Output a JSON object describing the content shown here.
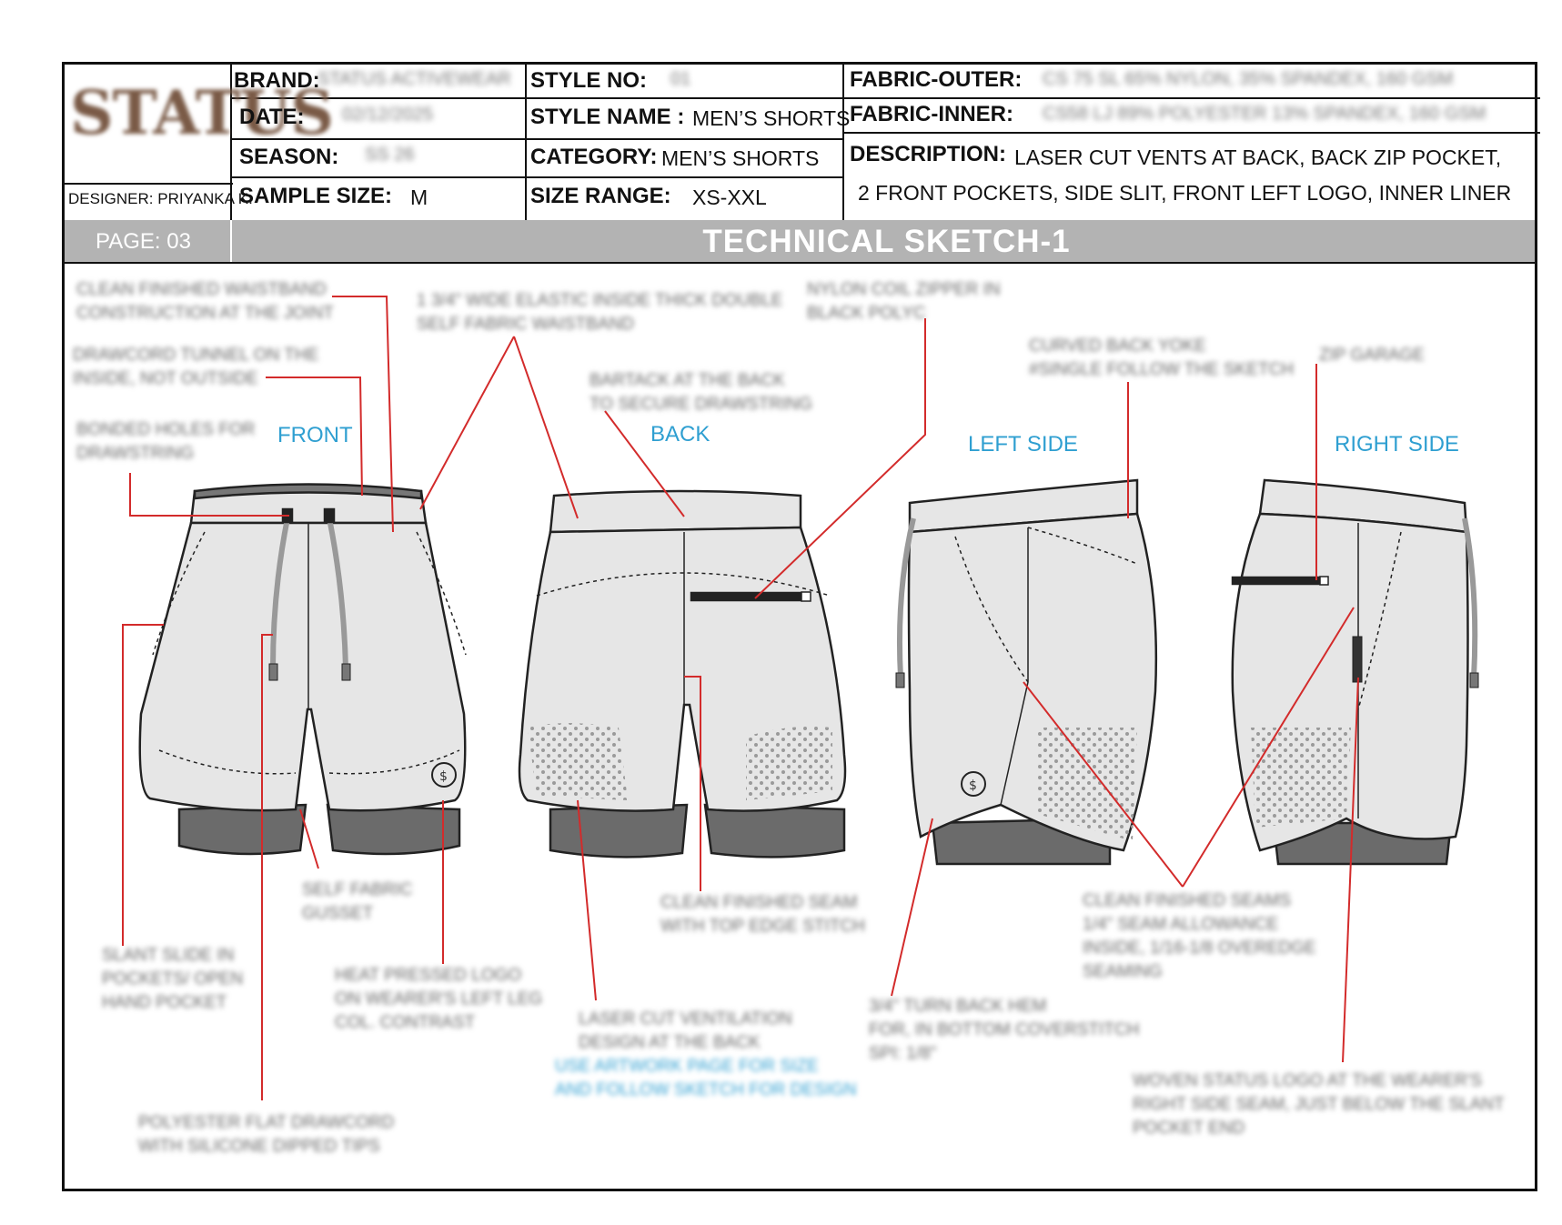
{
  "header": {
    "brand_label": "BRAND:",
    "brand_value": "STATUS ACTIVEWEAR",
    "date_label": "DATE:",
    "date_value": "02/12/2025",
    "season_label": "SEASON:",
    "season_value": "SS 26",
    "sample_size_label": "SAMPLE SIZE:",
    "sample_size_value": "M",
    "designer": "DESIGNER: PRIYANKA K.",
    "style_no_label": "STYLE NO:",
    "style_no_value": "01",
    "style_name_label": "STYLE NAME :",
    "style_name_value": "MEN’S SHORTS",
    "category_label": "CATEGORY:",
    "category_value": "MEN’S SHORTS",
    "size_range_label": "SIZE RANGE:",
    "size_range_value": "XS-XXL",
    "fabric_outer_label": "FABRIC-OUTER:",
    "fabric_outer_value": "CS 75 SL 65% NYLON, 35% SPANDEX, 160 GSM",
    "fabric_inner_label": "FABRIC-INNER:",
    "fabric_inner_value": "CS58 LJ 89% POLYESTER 13% SPANDEX, 160 GSM",
    "description_label": "DESCRIPTION:",
    "description_line1": "LASER CUT VENTS AT BACK, BACK ZIP POCKET,",
    "description_line2": "2 FRONT POCKETS, SIDE SLIT, FRONT LEFT LOGO, INNER LINER",
    "logo_text": "STATUS"
  },
  "bar": {
    "page": "PAGE: 03",
    "title": "TECHNICAL SKETCH-1"
  },
  "views": {
    "front": "FRONT",
    "back": "BACK",
    "left": "LEFT SIDE",
    "right": "RIGHT SIDE"
  },
  "callouts": {
    "c1": "CLEAN FINISHED WAISTBAND\nCONSTRUCTION AT THE JOINT",
    "c2": "DRAWCORD TUNNEL ON THE\nINSIDE, NOT OUTSIDE",
    "c3": "BONDED HOLES FOR\nDRAWSTRING",
    "c4": "1 3/4\" WIDE ELASTIC INSIDE THICK DOUBLE\nSELF FABRIC WAISTBAND",
    "c5": "BARTACK AT THE BACK\nTO SECURE DRAWSTRING",
    "c6": "NYLON COIL ZIPPER IN\nBLACK POLYC",
    "c7": "CURVED BACK YOKE\n#SINGLE FOLLOW THE SKETCH",
    "c8": "ZIP GARAGE",
    "c9": "SLANT SLIDE IN\nPOCKETS/ OPEN\nHAND POCKET",
    "c10": "SELF FABRIC\nGUSSET",
    "c11": "HEAT PRESSED LOGO\nON WEARER'S LEFT LEG\nCOL. CONTRAST",
    "c12": "POLYESTER FLAT DRAWCORD\nWITH SILICONE DIPPED TIPS",
    "c13": "LASER CUT VENTILATION\nDESIGN AT THE BACK",
    "c13b": "USE ARTWORK PAGE FOR SIZE\nAND FOLLOW SKETCH FOR DESIGN",
    "c14": "CLEAN FINISHED SEAM\nWITH TOP EDGE STITCH",
    "c15": "3/4\" TURN BACK HEM\nFOR, IN BOTTOM COVERSTITCH\nSPI: 1/8\"",
    "c16": "CLEAN FINISHED SEAMS\n1/4\" SEAM ALLOWANCE\nINSIDE, 1/16-1/8 OVEREDGE\nSEAMING",
    "c17": "WOVEN STATUS LOGO AT THE WEARER'S\nRIGHT SIDE SEAM, JUST BELOW THE SLANT\nPOCKET END"
  },
  "colors": {
    "accent_blue": "#2f9fd1",
    "leader_red": "#d32b2b",
    "garment_fill": "#e6e6e6",
    "liner": "#6b6b6b",
    "bar_gray": "#b3b3b3"
  }
}
